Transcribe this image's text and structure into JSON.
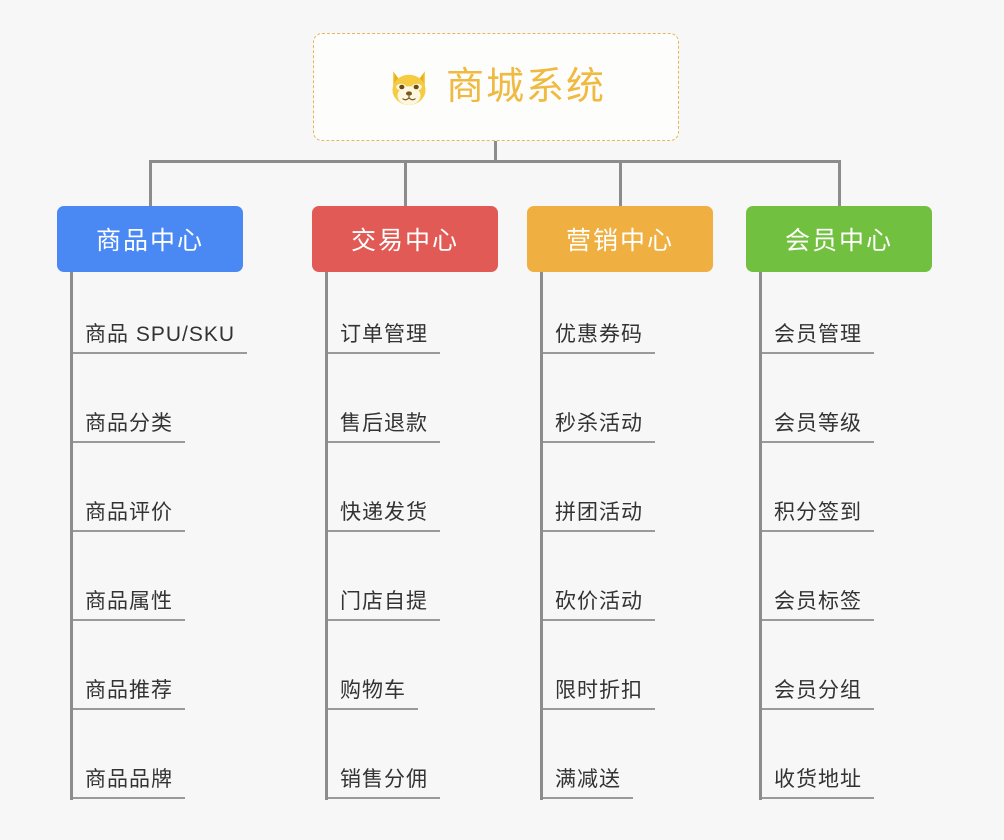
{
  "root": {
    "title": "商城系统",
    "icon": "shiba-dog-icon",
    "border_color": "#e8b65a",
    "text_color": "#f0b93f"
  },
  "connector": {
    "color": "#8c8c8c"
  },
  "branches": [
    {
      "label": "商品中心",
      "color": "#4a89f3",
      "name": "product-center",
      "items": [
        "商品 SPU/SKU",
        "商品分类",
        "商品评价",
        "商品属性",
        "商品推荐",
        "商品品牌"
      ]
    },
    {
      "label": "交易中心",
      "color": "#e25a55",
      "name": "trade-center",
      "items": [
        "订单管理",
        "售后退款",
        "快递发货",
        "门店自提",
        "购物车",
        "销售分佣"
      ]
    },
    {
      "label": "营销中心",
      "color": "#efaf41",
      "name": "marketing-center",
      "items": [
        "优惠券码",
        "秒杀活动",
        "拼团活动",
        "砍价活动",
        "限时折扣",
        "满减送"
      ]
    },
    {
      "label": "会员中心",
      "color": "#72c040",
      "name": "member-center",
      "items": [
        "会员管理",
        "会员等级",
        "积分签到",
        "会员标签",
        "会员分组",
        "收货地址"
      ]
    }
  ]
}
